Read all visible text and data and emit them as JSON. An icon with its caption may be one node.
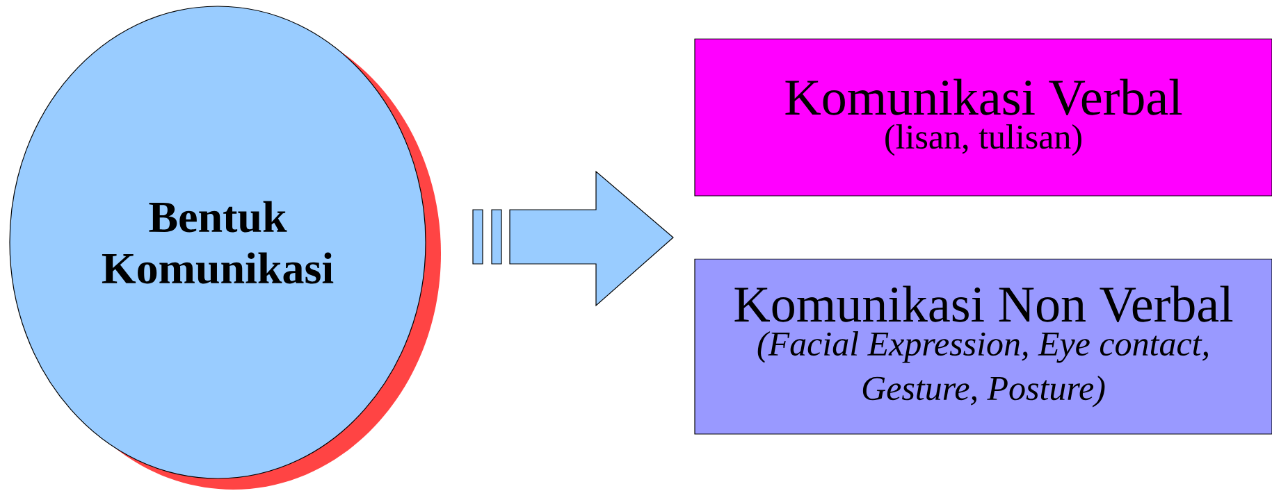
{
  "diagram": {
    "nodes": [
      {
        "text": [
          "Bentuk Komunikasi"
        ]
      },
      {
        "text": [
          "Komunikasi Verbal",
          "(lisan, tulisan)"
        ]
      },
      {
        "text": [
          "Komunikasi Non Verbal",
          "(Facial Expression, Eye contact, Gesture, Posture)"
        ]
      }
    ],
    "edges": [
      {
        "from": 0,
        "to": 1,
        "arrow": "to"
      },
      {
        "from": 0,
        "to": 2,
        "arrow": "to"
      }
    ]
  }
}
